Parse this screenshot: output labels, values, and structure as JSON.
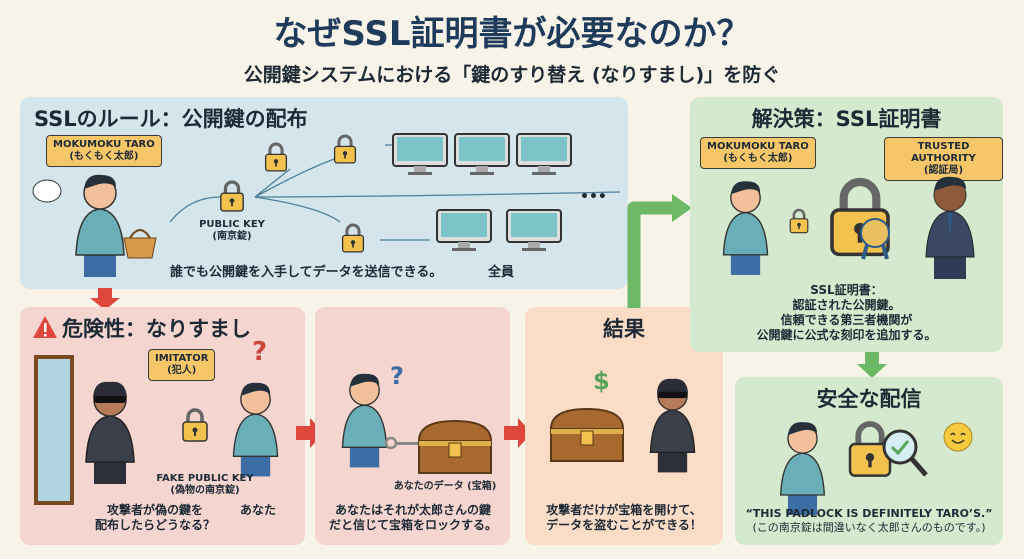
{
  "header": {
    "title": "なぜSSL証明書が必要なのか？",
    "subtitle": "公開鍵システムにおける「鍵のすり替え (なりすまし)」を防ぐ"
  },
  "rule": {
    "heading": "SSLのルール：公開鍵の配布",
    "taro_name": "MOKUMOKU TARO",
    "taro_name_jp": "(もくもく太郎)",
    "key_label": "PUBLIC KEY",
    "key_label_jp": "(南京錠)",
    "caption": "誰でも公開鍵を入手してデータを送信できる。",
    "everyone": "全員",
    "ellipsis": "•••"
  },
  "danger": {
    "heading": "危険性：なりすまし",
    "imitator": "IMITATOR",
    "imitator_jp": "(犯人)",
    "fake_key": "FAKE PUBLIC KEY",
    "fake_key_jp": "(偽物の南京錠)",
    "caption_line1": "攻撃者が偽の鍵を",
    "caption_line2": "配布したらどうなる？",
    "you": "あなた",
    "question": "?"
  },
  "lock_step": {
    "chest_label": "あなたのデータ (宝箱)",
    "caption_line1": "あなたはそれが太郎さんの鍵",
    "caption_line2": "だと信じて宝箱をロックする。",
    "question": "?"
  },
  "result": {
    "heading": "結果",
    "caption_line1": "攻撃者だけが宝箱を開けて、",
    "caption_line2": "データを盗むことができる！",
    "dollar": "$"
  },
  "solution": {
    "heading": "解決策：SSL証明書",
    "taro_name": "MOKUMOKU TARO",
    "taro_name_jp": "(もくもく太郎)",
    "authority": "TRUSTED AUTHORITY",
    "authority_jp": "(認証局)",
    "desc_line1": "SSL証明書：",
    "desc_line2": "認証された公開鍵。",
    "desc_line3": "信頼できる第三者機関が",
    "desc_line4": "公開鍵に公式な刻印を追加する。"
  },
  "safe": {
    "heading": "安全な配信",
    "quote": "“THIS PADLOCK IS DEFINITELY TARO’S.”",
    "quote_jp": "(この南京錠は間違いなく太郎さんのものです。)"
  },
  "colors": {
    "blue_panel": "#d4e6ec",
    "red_panel": "#f5d5cf",
    "orange_panel": "#fadcc7",
    "green_panel": "#d5e9ce",
    "red_arrow": "#e0473c",
    "green_arrow": "#6cb866",
    "title": "#1f3b5c"
  }
}
